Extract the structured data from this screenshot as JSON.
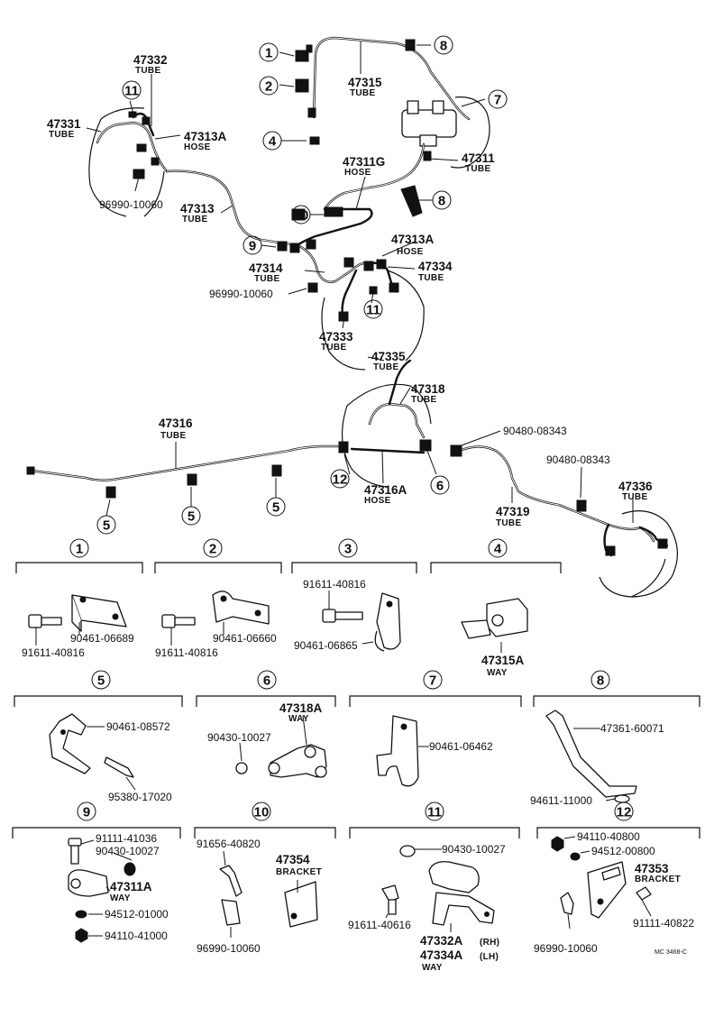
{
  "top_parts": [
    {
      "pn": "47332",
      "desc": "TUBE"
    },
    {
      "pn": "47331",
      "desc": "TUBE"
    },
    {
      "pn": "47313A",
      "desc": "HOSE"
    },
    {
      "pn": "96990-10060",
      "desc": ""
    },
    {
      "pn": "47313",
      "desc": "TUBE"
    },
    {
      "pn": "47315",
      "desc": "TUBE"
    },
    {
      "pn": "47311G",
      "desc": "HOSE"
    },
    {
      "pn": "47311",
      "desc": "TUBE"
    },
    {
      "pn": "47313A",
      "desc": "HOSE"
    },
    {
      "pn": "47314",
      "desc": "TUBE"
    },
    {
      "pn": "47334",
      "desc": "TUBE"
    },
    {
      "pn": "96990-10060",
      "desc": ""
    },
    {
      "pn": "47333",
      "desc": "TUBE"
    },
    {
      "pn": "47335",
      "desc": "TUBE"
    },
    {
      "pn": "47318",
      "desc": "TUBE"
    },
    {
      "pn": "47316",
      "desc": "TUBE"
    },
    {
      "pn": "90480-08343",
      "desc": ""
    },
    {
      "pn": "90480-08343",
      "desc": ""
    },
    {
      "pn": "47316A",
      "desc": "HOSE"
    },
    {
      "pn": "47319",
      "desc": "TUBE"
    },
    {
      "pn": "47336",
      "desc": "TUBE"
    }
  ],
  "callouts": [
    "1",
    "2",
    "3",
    "4",
    "5",
    "6",
    "7",
    "8",
    "9",
    "10",
    "11",
    "12"
  ],
  "detail_parts": {
    "d1": [
      "90461-06689",
      "91611-40816"
    ],
    "d2": [
      "90461-06660",
      "91611-40816"
    ],
    "d3": [
      "91611-40816",
      "90461-06865"
    ],
    "d4": [
      "47315A",
      "WAY"
    ],
    "d5": [
      "90461-08572",
      "95380-17020"
    ],
    "d6": [
      "47318A",
      "WAY",
      "90430-10027"
    ],
    "d7": [
      "90461-06462"
    ],
    "d8": [
      "47361-60071",
      "94611-11000"
    ],
    "d9": [
      "91111-41036",
      "90430-10027",
      "47311A",
      "WAY",
      "94512-01000",
      "94110-41000"
    ],
    "d10": [
      "91656-40820",
      "47354",
      "BRACKET",
      "96990-10060"
    ],
    "d11": [
      "90430-10027",
      "91611-40616",
      "47332A",
      "(RH)",
      "47334A",
      "(LH)",
      "WAY"
    ],
    "d12": [
      "94110-40800",
      "94512-00800",
      "47353",
      "BRACKET",
      "91111-40822",
      "96990-10060"
    ]
  },
  "figure_code": "MC 3468-C"
}
